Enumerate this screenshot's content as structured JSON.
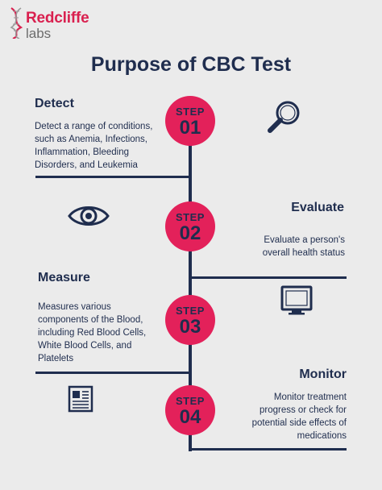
{
  "brand": {
    "name_main": "Redcliffe",
    "name_sub": "labs",
    "color_red": "#d9204f",
    "color_grey": "#6c6c6c"
  },
  "title": "Purpose of CBC Test",
  "colors": {
    "background": "#ebebeb",
    "navy": "#1f2d4e",
    "step_circle": "#e3215a"
  },
  "steps": [
    {
      "step_label": "STEP",
      "number": "01",
      "heading": "Detect",
      "description": [
        "Detect a range of conditions,",
        "such as Anemia, Infections,",
        "Inflammation, Bleeding",
        "Disorders, and Leukemia"
      ],
      "icon": "magnifying-glass-icon"
    },
    {
      "step_label": "STEP",
      "number": "02",
      "heading": "Evaluate",
      "description": [
        "Evaluate a person's",
        "overall health status"
      ],
      "icon": "eye-icon"
    },
    {
      "step_label": "STEP",
      "number": "03",
      "heading": "Measure",
      "description": [
        "Measures various",
        "components of the Blood,",
        "including Red Blood Cells,",
        "White Blood Cells, and",
        "Platelets"
      ],
      "icon": "monitor-icon"
    },
    {
      "step_label": "STEP",
      "number": "04",
      "heading": "Monitor",
      "description": [
        "Monitor treatment",
        "progress or check for",
        "potential side effects of",
        "medications"
      ],
      "icon": "newspaper-icon"
    }
  ]
}
